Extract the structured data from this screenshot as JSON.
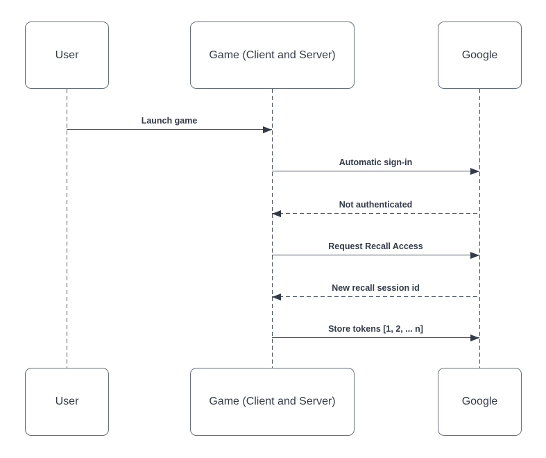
{
  "diagram": {
    "type": "sequence-diagram",
    "actors": [
      {
        "id": "user",
        "label": "User"
      },
      {
        "id": "game",
        "label": "Game (Client and Server)"
      },
      {
        "id": "google",
        "label": "Google"
      }
    ],
    "messages": [
      {
        "label": "Launch game",
        "from": "user",
        "to": "game",
        "style": "solid"
      },
      {
        "label": "Automatic sign-in",
        "from": "game",
        "to": "google",
        "style": "solid"
      },
      {
        "label": "Not authenticated",
        "from": "google",
        "to": "game",
        "style": "dashed"
      },
      {
        "label": "Request Recall Access",
        "from": "game",
        "to": "google",
        "style": "solid"
      },
      {
        "label": "New recall session id",
        "from": "google",
        "to": "game",
        "style": "dashed"
      },
      {
        "label": "Store tokens [1, 2, ... n]",
        "from": "game",
        "to": "google",
        "style": "solid"
      }
    ],
    "colors": {
      "ink": "#333b49",
      "line": "#4a5160",
      "box_border": "#666f7b",
      "bg": "#ffffff"
    }
  }
}
